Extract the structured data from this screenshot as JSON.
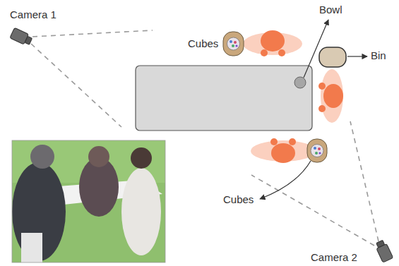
{
  "diagram": {
    "labels": [
      "Camera 1",
      "Bowl",
      "Cubes",
      "Bin",
      "Cubes",
      "Camera 2"
    ]
  }
}
